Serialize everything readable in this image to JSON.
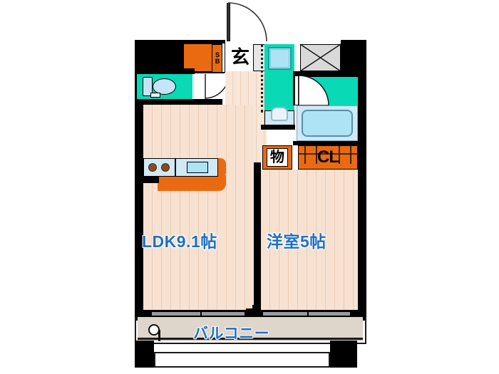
{
  "plan": {
    "type": "japanese-apartment-floorplan",
    "layout_name": "1LDK",
    "rooms": [
      {
        "key": "ldk",
        "label": "LDK9.1帖",
        "size_jo": 9.1,
        "kind": "living-dining-kitchen"
      },
      {
        "key": "bedroom",
        "label": "洋室5帖",
        "size_jo": 5,
        "kind": "western-room"
      },
      {
        "key": "balcony",
        "label": "バルコニー",
        "kind": "balcony"
      }
    ],
    "tags": [
      {
        "key": "genkan",
        "text": "玄",
        "meaning": "entrance"
      },
      {
        "key": "shoebox",
        "text": "SB",
        "meaning": "shoe-box"
      },
      {
        "key": "storage",
        "text": "物",
        "meaning": "storage"
      },
      {
        "key": "closet",
        "text": "CL",
        "meaning": "closet"
      }
    ],
    "fixtures": [
      {
        "key": "toilet",
        "name": "toilet"
      },
      {
        "key": "kitchen-stove",
        "name": "two-burner-stove"
      },
      {
        "key": "kitchen-sink",
        "name": "kitchen-sink"
      },
      {
        "key": "washer-space",
        "name": "washing-machine-space"
      },
      {
        "key": "washbasin",
        "name": "wash-basin"
      },
      {
        "key": "bathtub",
        "name": "bathtub"
      },
      {
        "key": "meter-box",
        "name": "meter-box"
      },
      {
        "key": "balcony-drain",
        "name": "balcony-drain"
      }
    ],
    "colors": {
      "wall": "#000000",
      "floor": "#f7e2d2",
      "wet_area": "#0ad9b5",
      "storage": "#ea6a12",
      "water_fixture": "#aee3f6",
      "label_text": "#1f6fc4",
      "balcony": "#ded5cb",
      "meter_box": "#d9d9d9"
    }
  },
  "labels": {
    "ldk": "LDK9.1帖",
    "bedroom": "洋室5帖",
    "balcony": "バルコニー",
    "genkan": "玄",
    "shoebox_s": "S",
    "shoebox_b": "B",
    "storage": "物",
    "closet": "CL"
  }
}
